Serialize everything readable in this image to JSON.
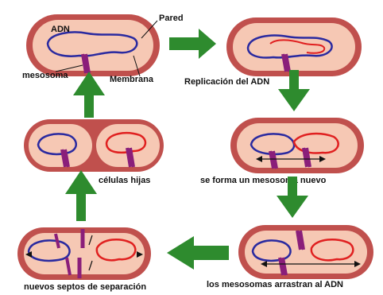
{
  "labels": {
    "adn": "ADN",
    "pared": "Pared",
    "mesosoma": "mesosoma",
    "membrana": "Membrana",
    "replicacion": "Replicación del ADN",
    "nuevo_mesosoma": "se forma un mesosoma nuevo",
    "arrastran": "los mesosomas arrastran al ADN",
    "septos": "nuevos septos de separación",
    "hijas": "células hijas"
  },
  "colors": {
    "wall": "#c0504d",
    "cytoplasm": "#f6c8b4",
    "dna_original": "#2a2aa0",
    "dna_copy": "#e02020",
    "mesosome": "#8a1e7a",
    "arrow": "#2e8b2e"
  }
}
